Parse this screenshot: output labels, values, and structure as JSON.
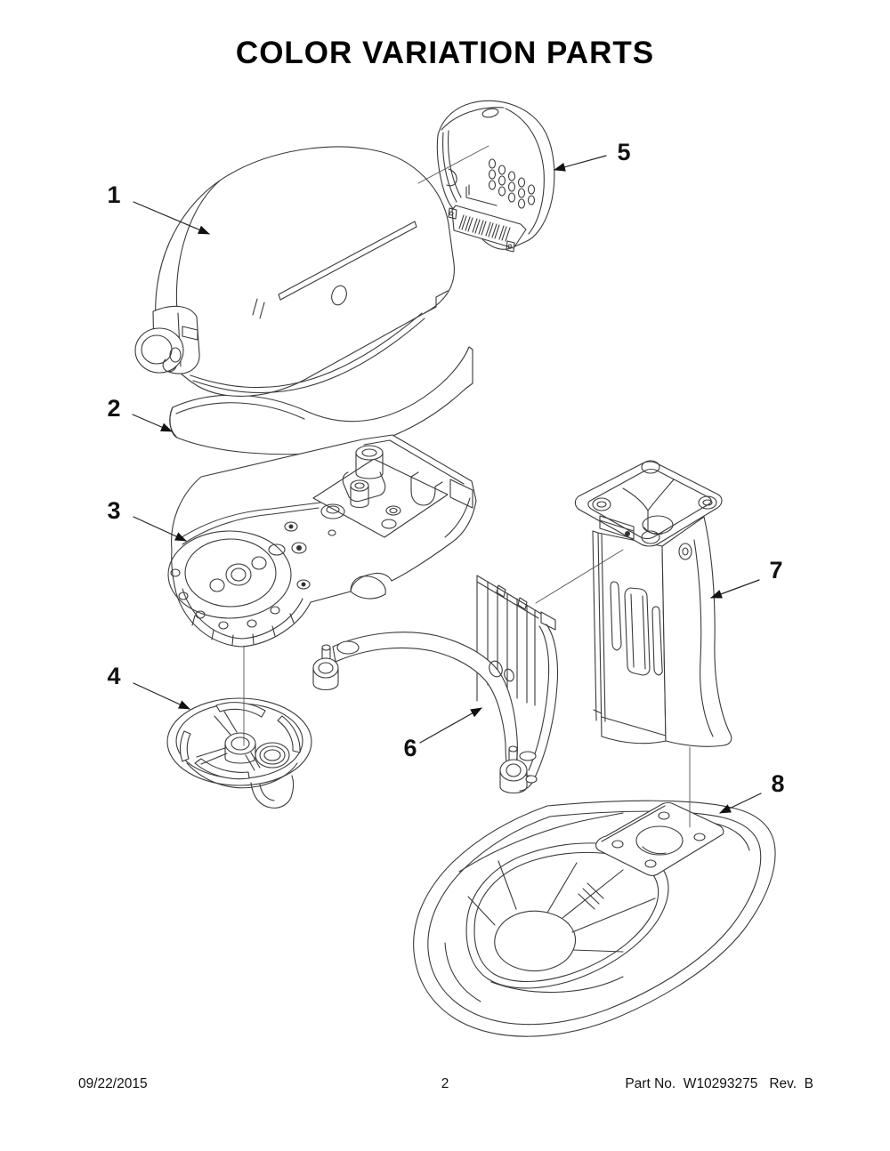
{
  "page": {
    "title": "COLOR VARIATION PARTS"
  },
  "callouts": [
    {
      "label": "1"
    },
    {
      "label": "2"
    },
    {
      "label": "3"
    },
    {
      "label": "4"
    },
    {
      "label": "5"
    },
    {
      "label": "6"
    },
    {
      "label": "7"
    },
    {
      "label": "8"
    }
  ],
  "footer": {
    "date": "09/22/2015",
    "page_number": "2",
    "part_number_label": "Part No.  W10293275   Rev.  B"
  },
  "colors": {
    "line": "#3a3a3a",
    "background": "#ffffff",
    "text": "#000000"
  }
}
